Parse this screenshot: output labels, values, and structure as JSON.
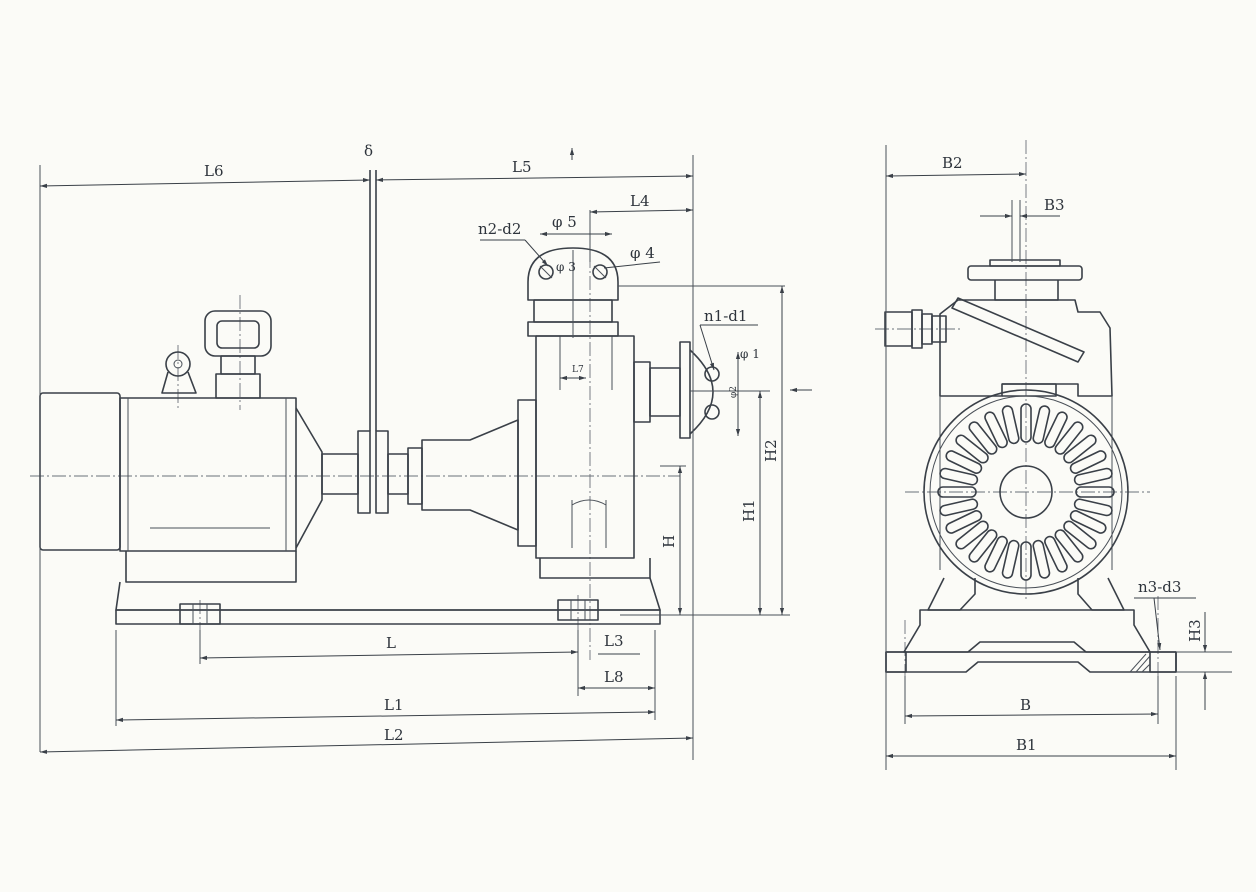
{
  "front_view": {
    "labels": {
      "L6": "L6",
      "L5": "L5",
      "L4": "L4",
      "delta": "δ",
      "n2_d2": "n2-d2",
      "phi5": "φ 5",
      "phi3": "φ 3",
      "phi4": "φ 4",
      "n1_d1": "n1-d1",
      "phi1": "φ 1",
      "phi2": "φ2",
      "L7": "L7",
      "H": "H",
      "H1": "H1",
      "H2": "H2",
      "L": "L",
      "L3": "L3",
      "L8": "L8",
      "L1": "L1",
      "L2": "L2"
    }
  },
  "side_view": {
    "labels": {
      "B2": "B2",
      "B3": "B3",
      "n3_d3": "n3-d3",
      "H3": "H3",
      "B": "B",
      "B1": "B1"
    }
  }
}
